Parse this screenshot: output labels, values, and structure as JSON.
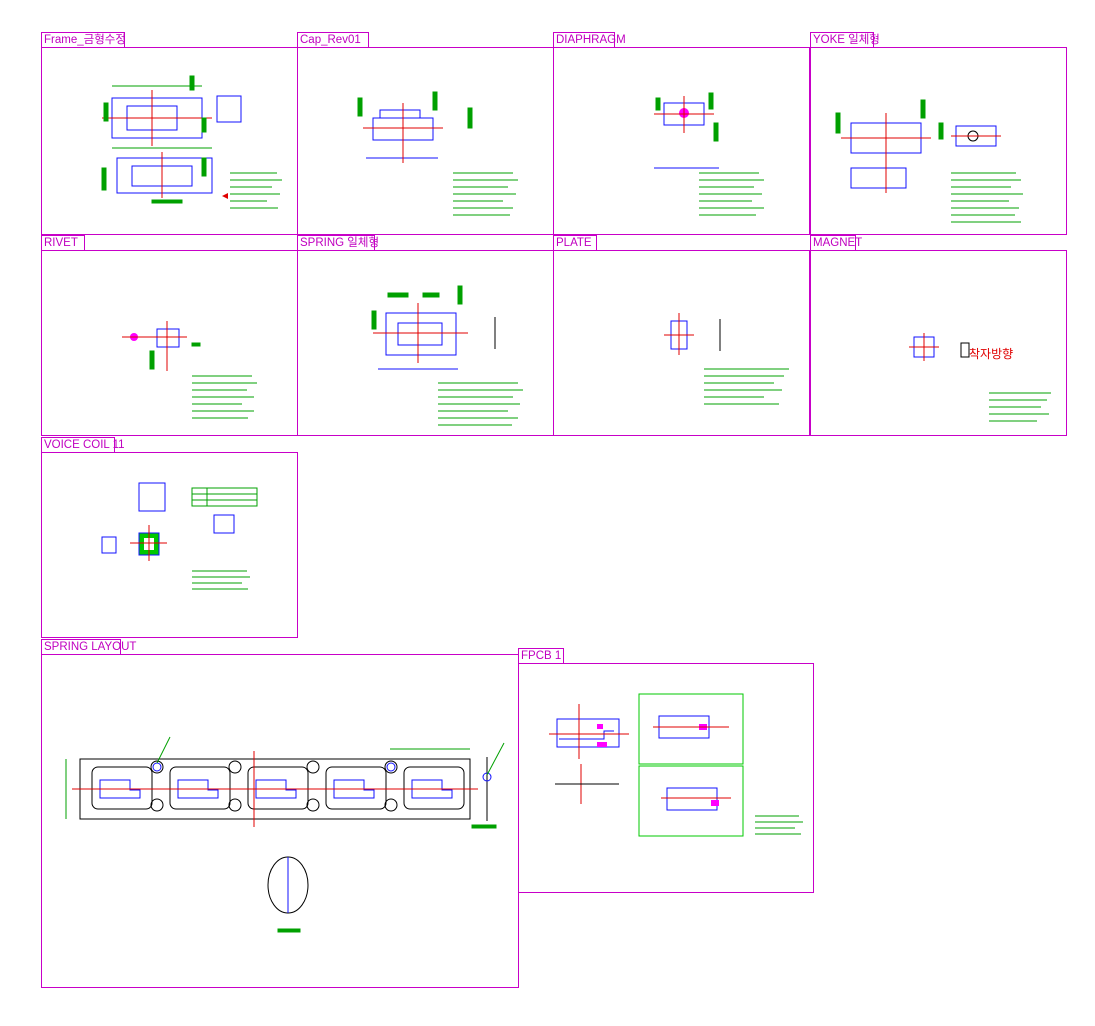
{
  "sheets": [
    {
      "key": "frame",
      "title": "Frame_금형수정"
    },
    {
      "key": "cap",
      "title": "Cap_Rev01"
    },
    {
      "key": "diaphragm",
      "title": "DIAPHRAGM"
    },
    {
      "key": "yoke",
      "title": "YOKE 일체형"
    },
    {
      "key": "rivet",
      "title": "RIVET"
    },
    {
      "key": "spring",
      "title": "SPRING 일체형"
    },
    {
      "key": "plate",
      "title": "PLATE"
    },
    {
      "key": "magnet",
      "title": "MAGNET"
    },
    {
      "key": "voice_coil",
      "title": "VOICE COIL 11"
    },
    {
      "key": "spring_layout",
      "title": "SPRING LAYOUT"
    },
    {
      "key": "fpcb",
      "title": "FPCB 1"
    }
  ],
  "magnet_annotation": "착자방향",
  "colors": {
    "frame_border": "#c800c8",
    "outline": "#1010ff",
    "dimension": "#00a000",
    "text_green": "#00c800",
    "center_line": "#e00000",
    "highlight": "#ff00ff",
    "geometry": "#000000"
  }
}
